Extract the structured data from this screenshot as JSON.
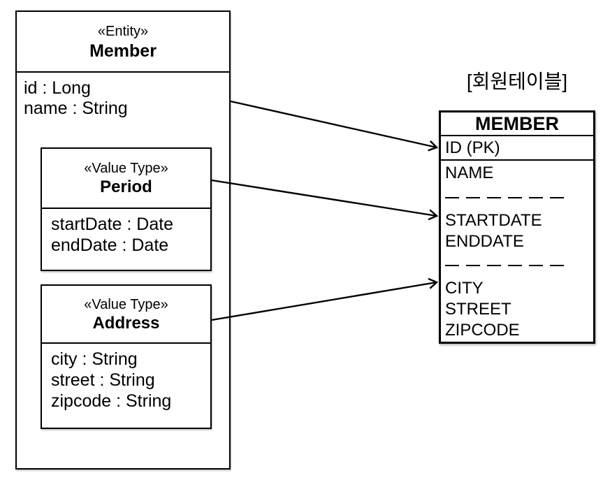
{
  "diagram": {
    "entity": {
      "stereotype": "«Entity»",
      "name": "Member",
      "fields": [
        "id : Long",
        "name : String"
      ],
      "value_types": [
        {
          "stereotype": "«Value Type»",
          "name": "Period",
          "fields": [
            "startDate : Date",
            "endDate : Date"
          ]
        },
        {
          "stereotype": "«Value Type»",
          "name": "Address",
          "fields": [
            "city : String",
            "street : String",
            "zipcode : String"
          ]
        }
      ]
    },
    "table": {
      "caption": "[회원테이블]",
      "name": "MEMBER",
      "pk": "ID (PK)",
      "groups": [
        [
          "NAME"
        ],
        [
          "STARTDATE",
          "ENDDATE"
        ],
        [
          "CITY",
          "STREET",
          "ZIPCODE"
        ]
      ]
    },
    "arrows": [
      {
        "from": "Member",
        "to": "ID (PK)"
      },
      {
        "from": "Period",
        "to": "STARTDATE, ENDDATE"
      },
      {
        "from": "Address",
        "to": "CITY, STREET, ZIPCODE"
      }
    ],
    "colors": {
      "line": "#000000",
      "background": "#ffffff"
    }
  }
}
